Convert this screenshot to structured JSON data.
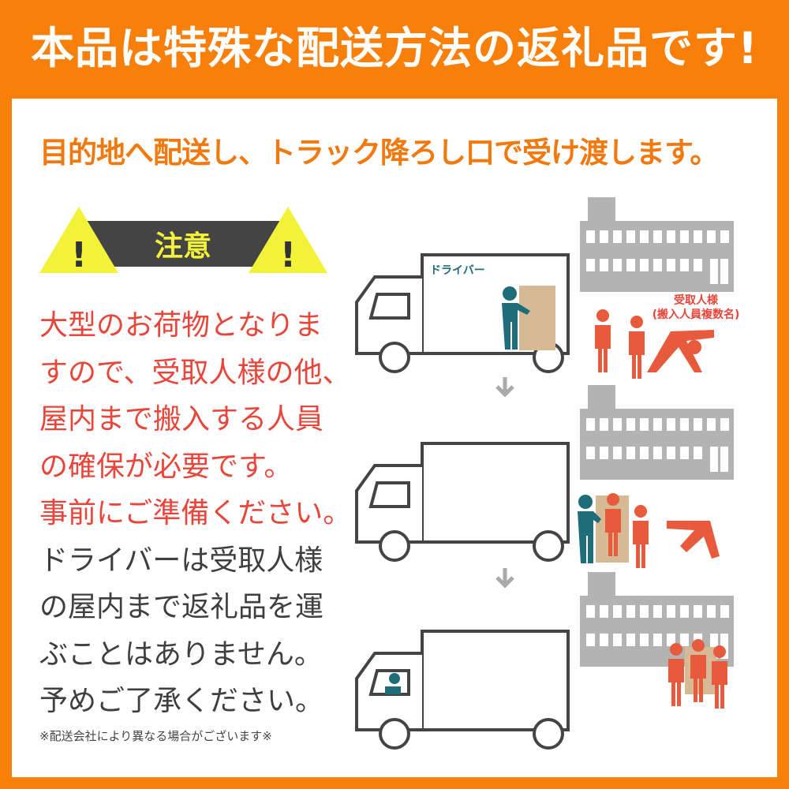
{
  "title": "本品は特殊な配送方法の返礼品です!",
  "subtitle": "目的地へ配送し、トラック降ろし口で受け渡します。",
  "caution": {
    "label": "注意",
    "mark": "!"
  },
  "body_lines": [
    {
      "text": "大型のお荷物となりま",
      "tone": "red"
    },
    {
      "text": "すので、受取人様の他、",
      "tone": "red"
    },
    {
      "text": "屋内まで搬入する人員",
      "tone": "red"
    },
    {
      "text": "の確保が必要です。",
      "tone": "red"
    },
    {
      "text": "事前にご準備ください。",
      "tone": "red"
    },
    {
      "text": "ドライバーは受取人様",
      "tone": "gray"
    },
    {
      "text": "の屋内まで返礼品を運",
      "tone": "gray"
    },
    {
      "text": "ぶことはありません。",
      "tone": "gray"
    },
    {
      "text": "予めご了承ください。",
      "tone": "gray"
    }
  ],
  "note": "※配送会社により異なる場合がございます※",
  "illustration": {
    "driver_label": "ドライバー",
    "receiver_label": "受取人様",
    "receiver_sub": "(搬入人員複数名)"
  },
  "colors": {
    "orange": "#F77F0A",
    "red": "#E8463A",
    "teal": "#1F6C7A",
    "box": "#D6B995",
    "building": "#B3B3B3",
    "yellow": "#F2F23A"
  }
}
